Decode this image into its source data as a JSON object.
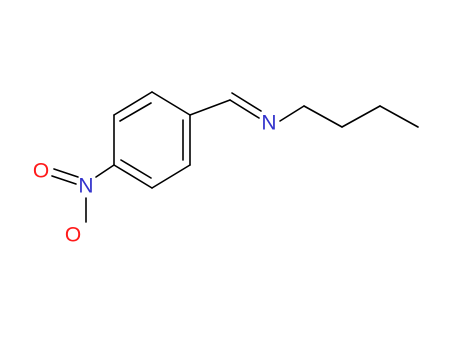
{
  "molecule": {
    "atoms": [
      {
        "id": "N_imine",
        "symbol": "N",
        "color": "#3333cc"
      },
      {
        "id": "N_nitro",
        "symbol": "N",
        "color": "#3333cc"
      },
      {
        "id": "O1",
        "symbol": "O",
        "color": "#ff1a1a"
      },
      {
        "id": "O2",
        "symbol": "O",
        "color": "#ff1a1a"
      }
    ],
    "bond_color": "#000000",
    "background": "#ffffff"
  }
}
